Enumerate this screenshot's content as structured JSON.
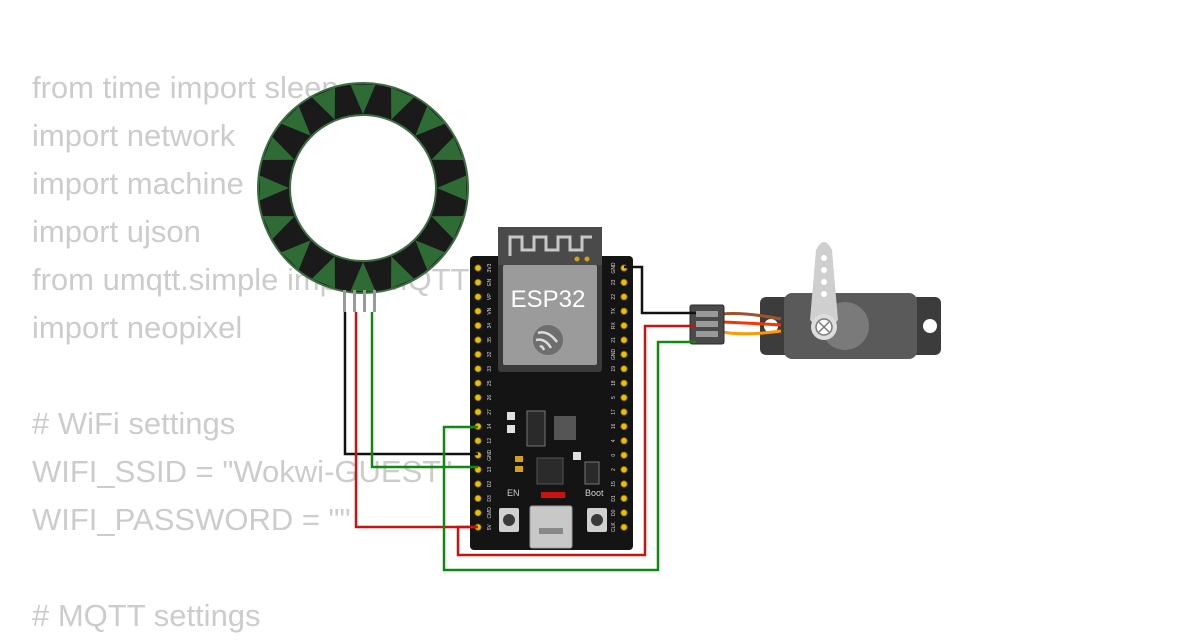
{
  "code_lines": [
    "from time import sleep",
    "import network",
    "import machine",
    "import ujson",
    "from umqtt.simple import MQTTClient",
    "import neopixel",
    "",
    "# WiFi settings",
    "WIFI_SSID = \"Wokwi-GUEST\"",
    "WIFI_PASSWORD = \"\"",
    "",
    "# MQTT settings"
  ],
  "board": {
    "title": "ESP32",
    "en_label": "EN",
    "boot_label": "Boot",
    "left_pins": [
      "3V3",
      "EN",
      "VP",
      "VN",
      "34",
      "35",
      "32",
      "33",
      "25",
      "26",
      "27",
      "14",
      "12",
      "GND",
      "13",
      "D2",
      "D3",
      "CMD",
      "5V"
    ],
    "right_pins": [
      "GND",
      "23",
      "22",
      "TX",
      "RX",
      "21",
      "GND",
      "19",
      "18",
      "5",
      "17",
      "16",
      "4",
      "0",
      "2",
      "15",
      "D1",
      "D0",
      "CLK"
    ]
  },
  "components": {
    "ring": "neopixel-ring-16",
    "servo": "servo-motor"
  },
  "colors": {
    "wire_black": "#111111",
    "wire_red": "#cc1111",
    "wire_green": "#118811",
    "servo_orange": "#ff8800",
    "servo_brown": "#a0522d",
    "led_segment": "#2e6b35"
  }
}
